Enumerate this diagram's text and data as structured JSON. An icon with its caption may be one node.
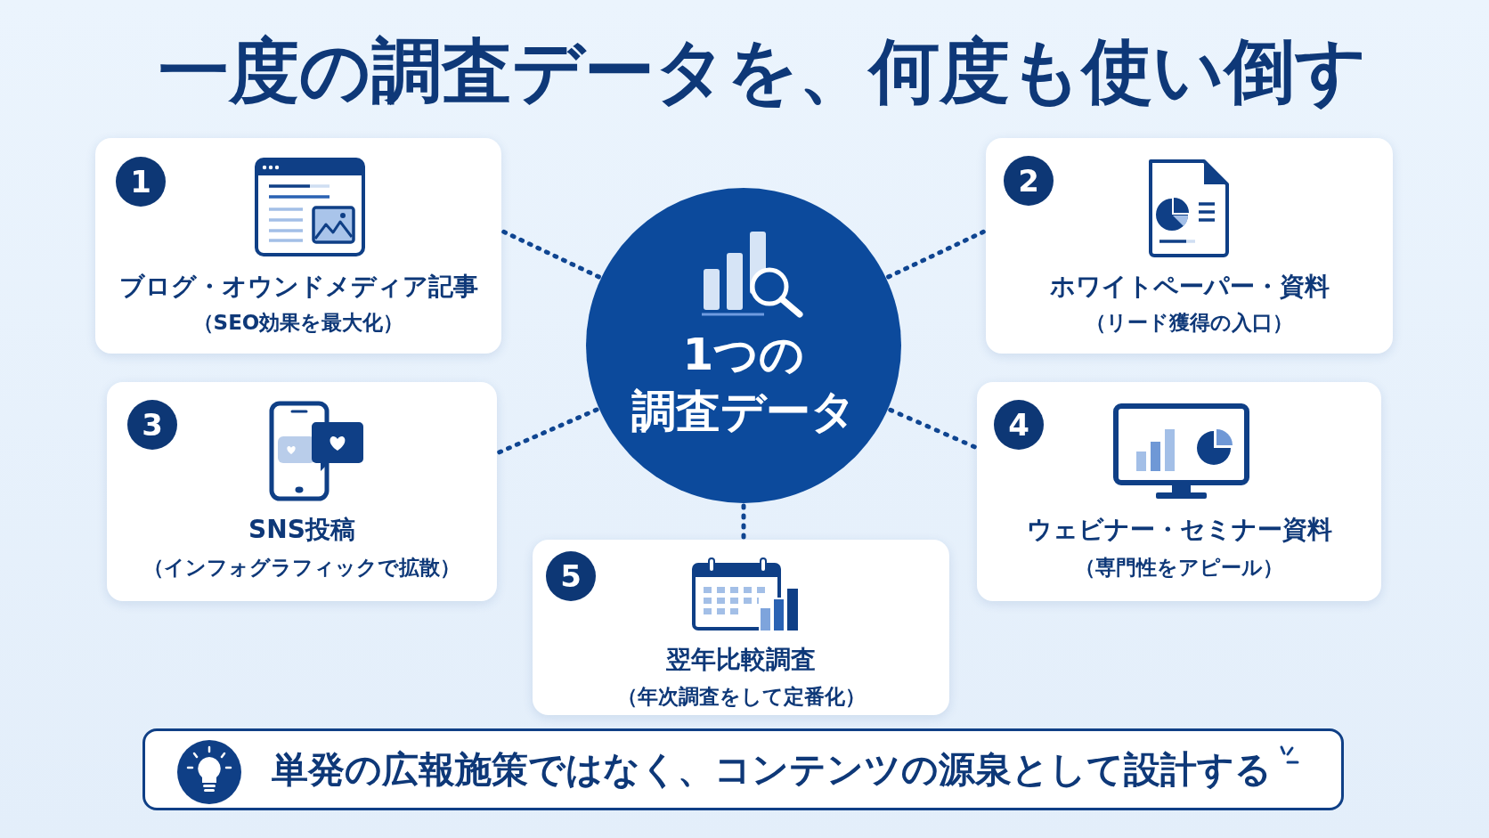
{
  "diagram": {
    "title": "一度の調査データを、何度も使い倒す",
    "nodes": [
      {
        "text": [
          "ブログ・オウンドメディア記事",
          "（SEO効果を最大化）"
        ]
      },
      {
        "text": [
          "1"
        ],
        "in": 0
      },
      {
        "text": [
          "ホワイトペーパー・資料",
          "（リード獲得の入口）"
        ]
      },
      {
        "text": [
          "2"
        ],
        "in": 2
      },
      {
        "text": [
          "1つの調査データ"
        ]
      },
      {
        "text": [
          "SNS投稿",
          "（インフォグラフィックで拡散）"
        ]
      },
      {
        "text": [
          "3"
        ],
        "in": 5
      },
      {
        "text": [
          "ウェビナー・セミナー資料",
          "（専門性をアピール）"
        ]
      },
      {
        "text": [
          "4"
        ],
        "in": 7
      },
      {
        "text": [
          "翌年比較調査",
          "（年次調査をして定番化）"
        ]
      },
      {
        "text": [
          "5"
        ],
        "in": 9
      },
      {
        "text": [
          "単発の広報施策ではなく、コンテンツの源泉として設計する"
        ]
      }
    ],
    "edges": [
      {
        "from": 4,
        "to": 0,
        "arrow": "none",
        "style": "dashed"
      },
      {
        "from": 4,
        "to": 2,
        "arrow": "none",
        "style": "dashed"
      },
      {
        "from": 4,
        "to": 5,
        "arrow": "none",
        "style": "dashed"
      },
      {
        "from": 4,
        "to": 7,
        "arrow": "none",
        "style": "dashed"
      },
      {
        "from": 4,
        "to": 9,
        "arrow": "none",
        "style": "dashed"
      }
    ]
  }
}
